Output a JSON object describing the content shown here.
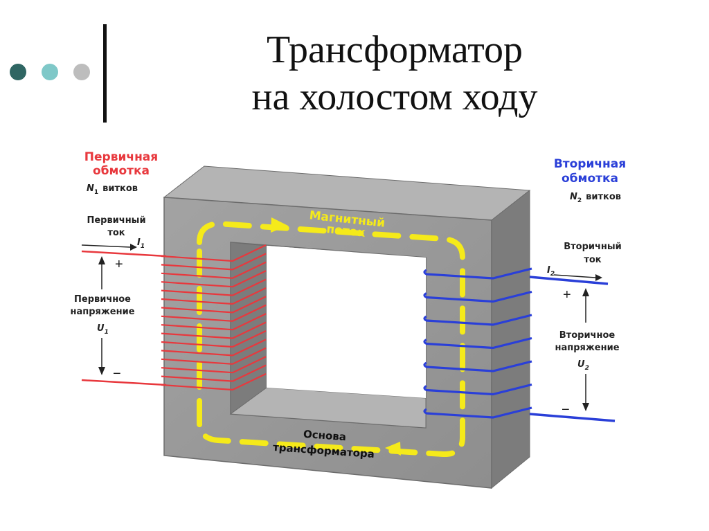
{
  "slide": {
    "title_line1": "Трансформатор",
    "title_line2": "на холостом ходу",
    "dot_colors": [
      "#2f6663",
      "#7fc8c8",
      "#bdbdbd"
    ]
  },
  "diagram": {
    "primary_winding": "Первичная\nобмотка",
    "primary_turns_symbol": "N",
    "primary_turns_sub": "1",
    "primary_turns_word": "витков",
    "primary_current": "Первичный\nток",
    "primary_current_symbol": "I",
    "primary_current_sub": "1",
    "primary_plus": "+",
    "primary_minus": "−",
    "primary_voltage": "Первичное\nнапряжение",
    "primary_voltage_symbol": "U",
    "primary_voltage_sub": "1",
    "secondary_winding": "Вторичная\nобмотка",
    "secondary_turns_symbol": "N",
    "secondary_turns_sub": "2",
    "secondary_turns_word": "витков",
    "secondary_current": "Вторичный\nток",
    "secondary_current_symbol": "I",
    "secondary_current_sub": "2",
    "secondary_plus": "+",
    "secondary_minus": "−",
    "secondary_voltage": "Вторичное\nнапряжение",
    "secondary_voltage_symbol": "U",
    "secondary_voltage_sub": "2",
    "magnetic_flux": "Магнитный\nпоток",
    "core_label": "Основа\nтрансформатора",
    "colors": {
      "primary": "#e8383d",
      "secondary": "#2a3fd8",
      "flux": "#f5ea1a",
      "core_front": "#9a9a9a",
      "core_top": "#b4b4b4",
      "core_side": "#7c7c7c"
    }
  }
}
